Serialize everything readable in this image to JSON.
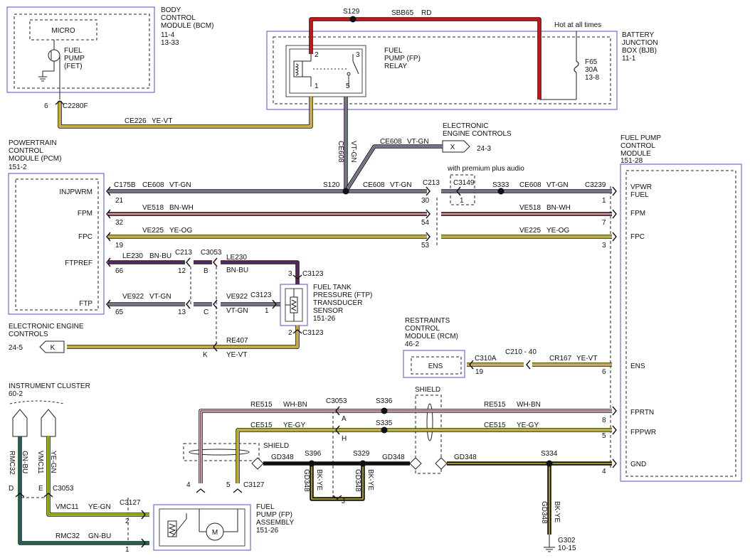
{
  "components": {
    "bcm": {
      "name": [
        "BODY",
        "CONTROL",
        "MODULE (BCM)"
      ],
      "refs": [
        "11-4",
        "13-33"
      ],
      "micro": "MICRO",
      "fet": [
        "FUEL",
        "PUMP",
        "(FET)"
      ]
    },
    "bjb": {
      "name": [
        "BATTERY",
        "JUNCTION",
        "BOX (BJB)"
      ],
      "ref": "11-1",
      "hot": "Hot at all times",
      "fuse": [
        "F65",
        "30A",
        "13-8"
      ]
    },
    "relay": {
      "name": [
        "FUEL",
        "PUMP (FP)",
        "RELAY"
      ],
      "pins": [
        "2",
        "3",
        "1",
        "5"
      ]
    },
    "eec_top": {
      "name": [
        "ELECTRONIC",
        "ENGINE CONTROLS"
      ],
      "conn": "X",
      "ref": "24-3"
    },
    "pcm": {
      "name": [
        "POWERTRAIN",
        "CONTROL",
        "MODULE (PCM)"
      ],
      "ref": "151-2",
      "pins": [
        "INJPWRM",
        "FPM",
        "FPC",
        "FTPREF",
        "FTP"
      ]
    },
    "fpcm": {
      "name": [
        "FUEL PUMP",
        "CONTROL",
        "MODULE"
      ],
      "ref": "151-28",
      "pins": [
        "VPWR",
        "FUEL",
        "FPM",
        "FPC",
        "ENS",
        "FPRTN",
        "FPPWR",
        "GND"
      ]
    },
    "ftp": {
      "name": [
        "FUEL TANK",
        "PRESSURE (FTP)",
        "TRANSDUCER",
        "SENSOR"
      ],
      "ref": "151-26"
    },
    "eec_left": {
      "name": [
        "ELECTRONIC ENGINE",
        "CONTROLS"
      ],
      "ref": "24-5",
      "conn": "K"
    },
    "rcm": {
      "name": [
        "RESTRAINTS",
        "CONTROL",
        "MODULE (RCM)"
      ],
      "ref": "46-2",
      "pin": "ENS"
    },
    "ic": {
      "name": "INSTRUMENT CLUSTER",
      "ref": "60-2"
    },
    "fpa": {
      "name": [
        "FUEL",
        "PUMP (FP)",
        "ASSEMBLY"
      ],
      "ref": "151-26",
      "motor": "M"
    },
    "ground": {
      "name": "G302",
      "ref": "10-15"
    },
    "premium_note": "with premium plus audio",
    "shield": "SHIELD"
  },
  "labels": {
    "s129": "S129",
    "sbb65": "SBB65",
    "rd": "RD",
    "c2280f": "C2280F",
    "pin6": "6",
    "ce226": "CE226",
    "ye_vt": "YE-VT",
    "ce608": "CE608",
    "vt_gn": "VT-GN",
    "c175b": "C175B",
    "p21": "21",
    "s120": "S120",
    "c213": "C213",
    "p30": "30",
    "c3149": "C3149",
    "p1": "1",
    "s333": "S333",
    "c3239": "C3239",
    "ve518": "VE518",
    "bn_wh": "BN-WH",
    "p32": "32",
    "p54": "54",
    "p7": "7",
    "ve225": "VE225",
    "ye_og": "YE-OG",
    "p19": "19",
    "p53": "53",
    "p3": "3",
    "le230": "LE230",
    "bn_bu": "BN-BU",
    "c3053": "C3053",
    "p66": "66",
    "p12": "12",
    "pB": "B",
    "c3123": "C3123",
    "ve922": "VE922",
    "p65": "65",
    "p13": "13",
    "pC": "C",
    "re407": "RE407",
    "pK": "K",
    "p2": "2",
    "c310a": "C310A",
    "c210_40": "C210 - 40",
    "cr167": "CR167",
    "p6": "6",
    "re515": "RE515",
    "wh_bn": "WH-BN",
    "s336": "S336",
    "pA": "A",
    "p8": "8",
    "ce515": "CE515",
    "ye_gy": "YE-GY",
    "s335": "S335",
    "pH": "H",
    "p5": "5",
    "gd348": "GD348",
    "bk_ye": "BK-YE",
    "s396": "S396",
    "s329": "S329",
    "s334": "S334",
    "p4": "4",
    "pJ": "J",
    "rmc32": "RMC32",
    "gn_bu": "GN-BU",
    "vmc11": "VMC11",
    "ye_gn": "YE-GN",
    "pD": "D",
    "pE": "E",
    "c3127": "C3127"
  },
  "colors": {
    "red": "#e01010",
    "yellow": "#f4e600",
    "violet": "#b778c8",
    "green": "#2a8a3a",
    "brown": "#8a2030",
    "white": "#f4f4f4",
    "blue": "#1a3aa0",
    "gray": "#8a8a8a",
    "black": "#111111",
    "pink": "#e8b8b8",
    "box_border": "#6a6ad8"
  }
}
